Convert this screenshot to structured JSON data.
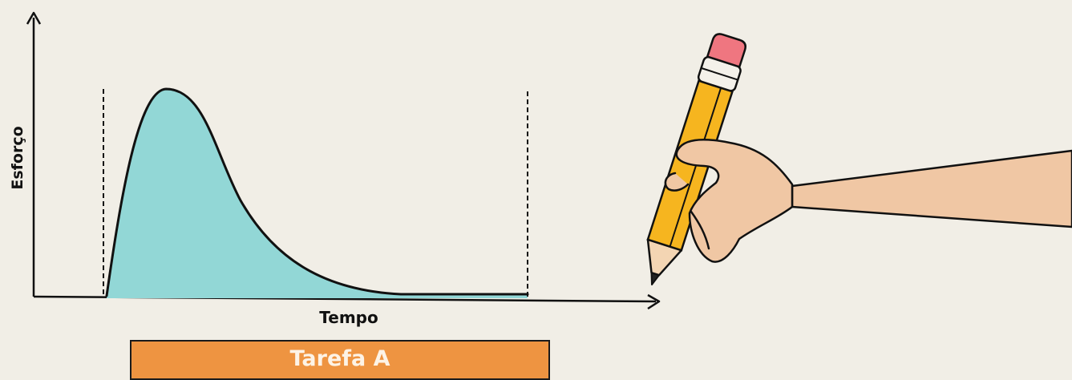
{
  "diagram": {
    "y_axis_label": "Esforço",
    "x_axis_label": "Tempo",
    "task_label": "Tarefa A",
    "colors": {
      "background": "#f1eee6",
      "curve_fill": "#92d7d6",
      "task_bar": "#ee9441",
      "task_text": "#fdf3e6",
      "pencil_body": "#f6b51f",
      "eraser": "#ef7680",
      "skin": "#f0c7a4"
    },
    "icons": [
      "pencil-icon",
      "hand-icon"
    ]
  }
}
